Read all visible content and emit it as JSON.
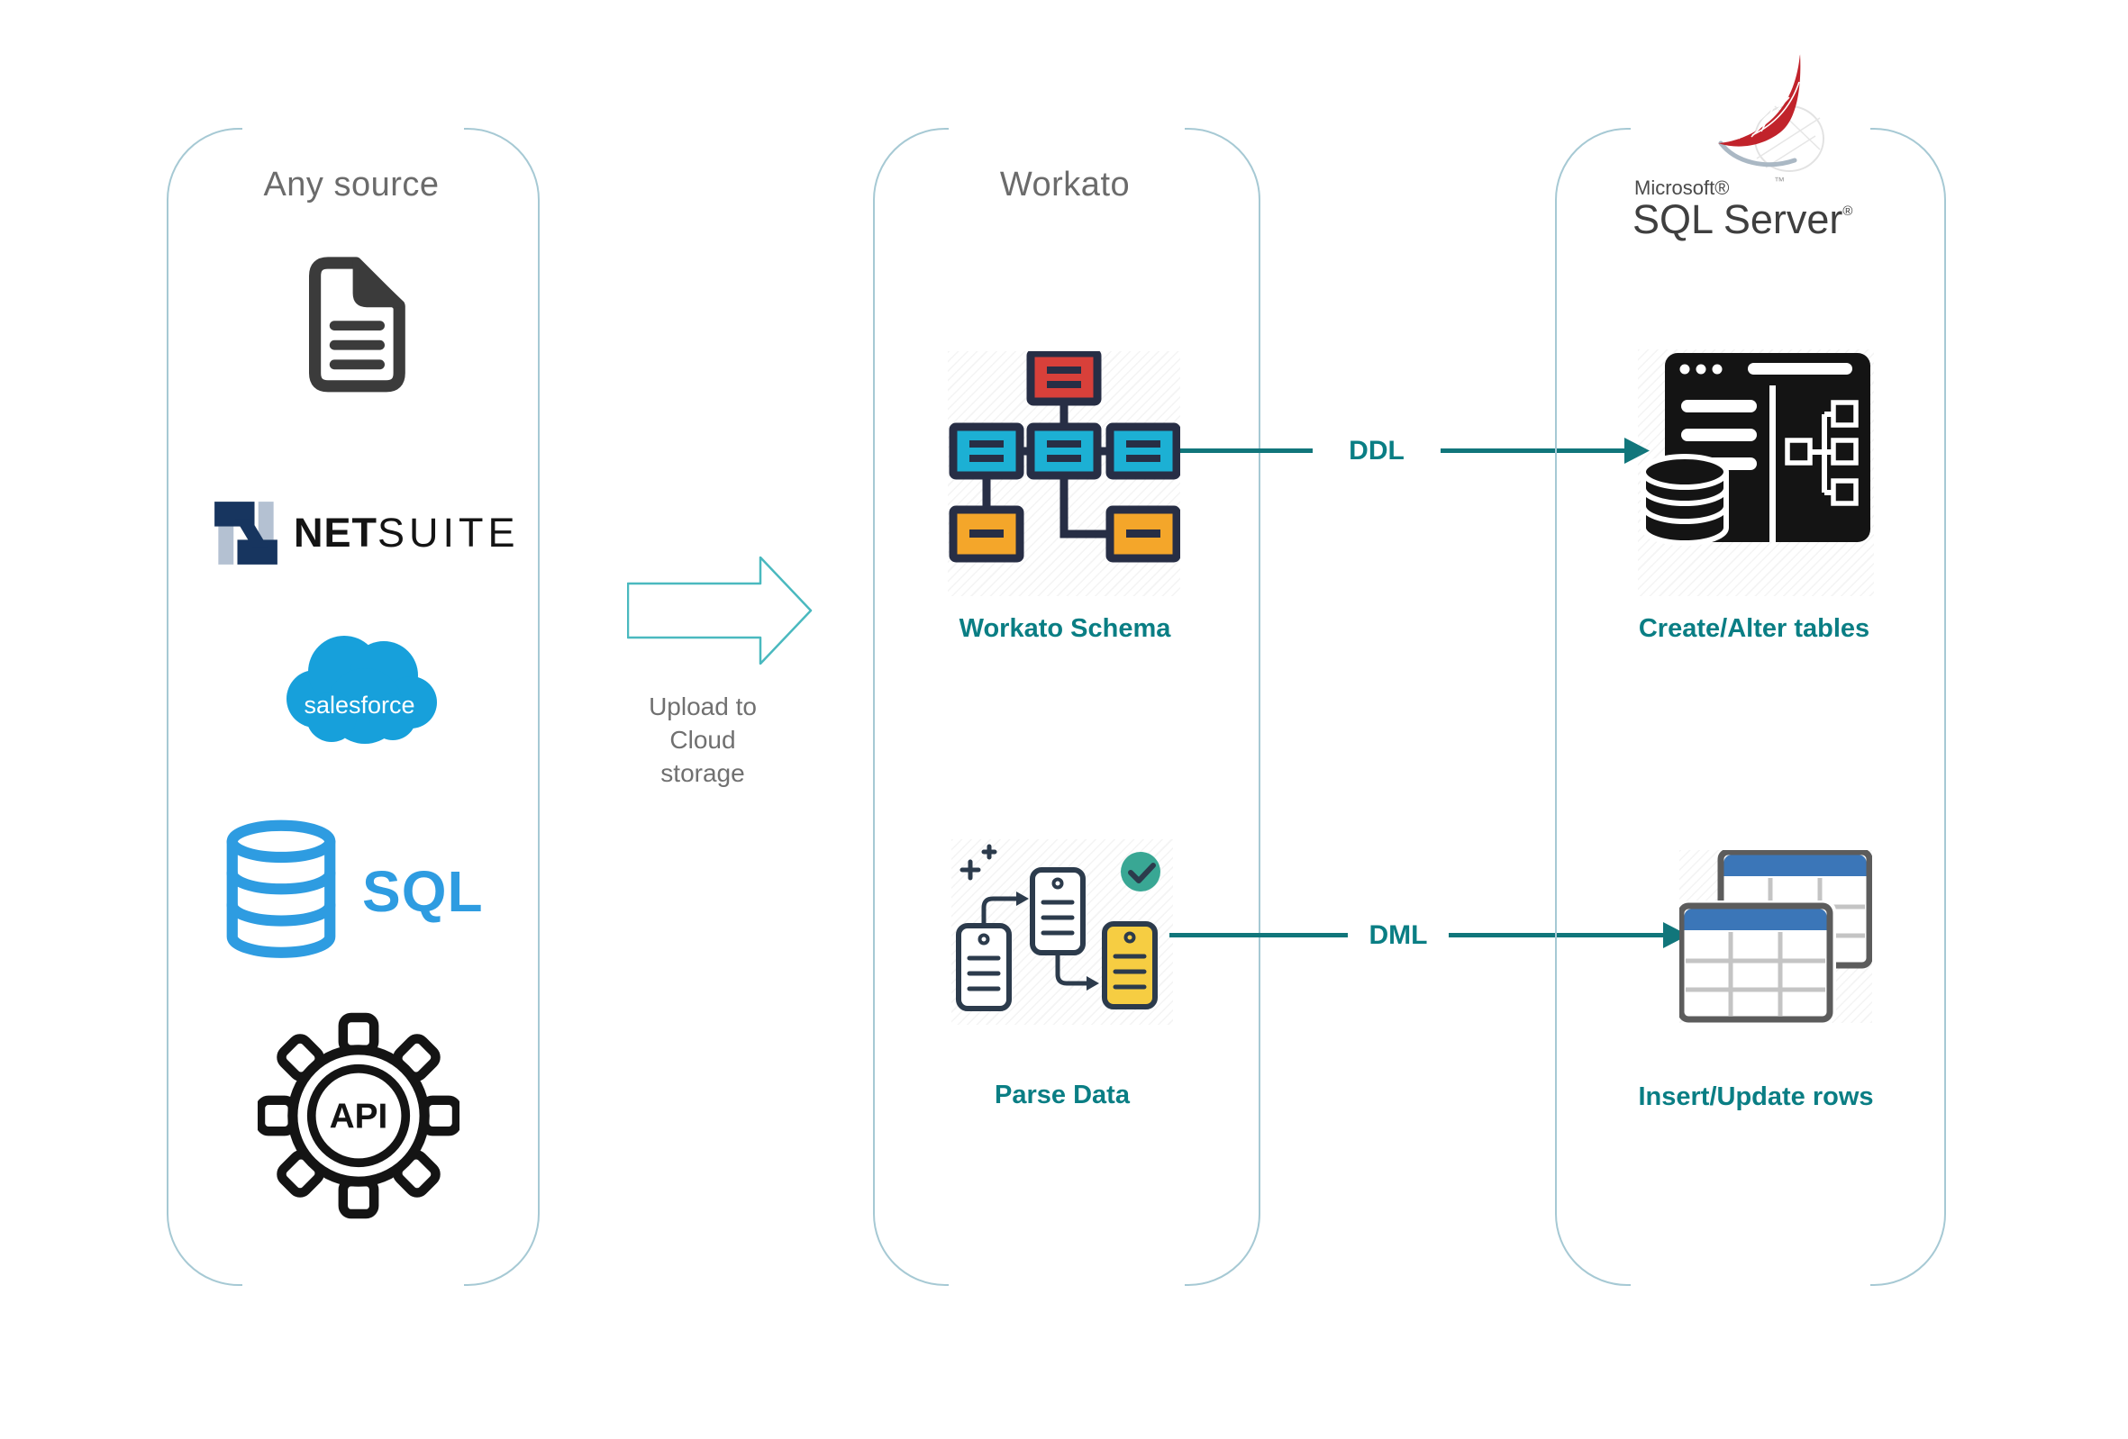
{
  "page": {
    "background": "#ffffff"
  },
  "colors": {
    "column_border": "#a6c9d4",
    "title_gray": "#6b6b6b",
    "flow_teal": "#11767b",
    "label_teal": "#0a7e84",
    "upload_arrow_teal": "#4ab9bf",
    "document_dark": "#3b3b3b",
    "netsuite_navy": "#17355f",
    "netsuite_slate": "#b4c1d2",
    "salesforce_blue": "#17a0db",
    "sql_blue": "#2e9ce1",
    "schema_red": "#d8403a",
    "schema_cyan": "#1cb0d4",
    "schema_yellow": "#f4a62a",
    "schema_outline_navy": "#272e45",
    "parse_outline_navy": "#2c3b4c",
    "parse_yellow": "#f6cd42",
    "check_teal": "#39a794",
    "table_header_blue": "#3b76b8",
    "table_grid_gray": "#c4c4c4",
    "table_border_gray": "#5c5c5c",
    "sqlserver_red": "#c1232b"
  },
  "columns": {
    "source": {
      "title": "Any source"
    },
    "workato": {
      "title": "Workato"
    },
    "destination": {
      "brand": "Microsoft®",
      "product": "SQL Server",
      "registered": "®",
      "trademark": "™"
    }
  },
  "source_items": {
    "document": {
      "icon": "document-icon"
    },
    "netsuite": {
      "icon": "netsuite-logo",
      "wordmark_bold": "NET",
      "wordmark_light": "SUITE"
    },
    "salesforce": {
      "icon": "salesforce-cloud",
      "wordmark": "salesforce"
    },
    "sql": {
      "icon": "database-cylinder",
      "wordmark": "SQL"
    },
    "api": {
      "icon": "gear",
      "label": "API"
    }
  },
  "upload": {
    "lines": [
      "Upload to",
      "Cloud",
      "storage"
    ]
  },
  "workato_items": {
    "schema": {
      "label": "Workato Schema",
      "icon": "schema-tree"
    },
    "parse": {
      "label": "Parse Data",
      "icon": "parse-documents"
    }
  },
  "destination_items": {
    "create_alter": {
      "label": "Create/Alter tables",
      "icon": "database-window"
    },
    "insert_update": {
      "label": "Insert/Update rows",
      "icon": "stacked-tables"
    }
  },
  "flows": {
    "ddl": {
      "label": "DDL"
    },
    "dml": {
      "label": "DML"
    }
  }
}
